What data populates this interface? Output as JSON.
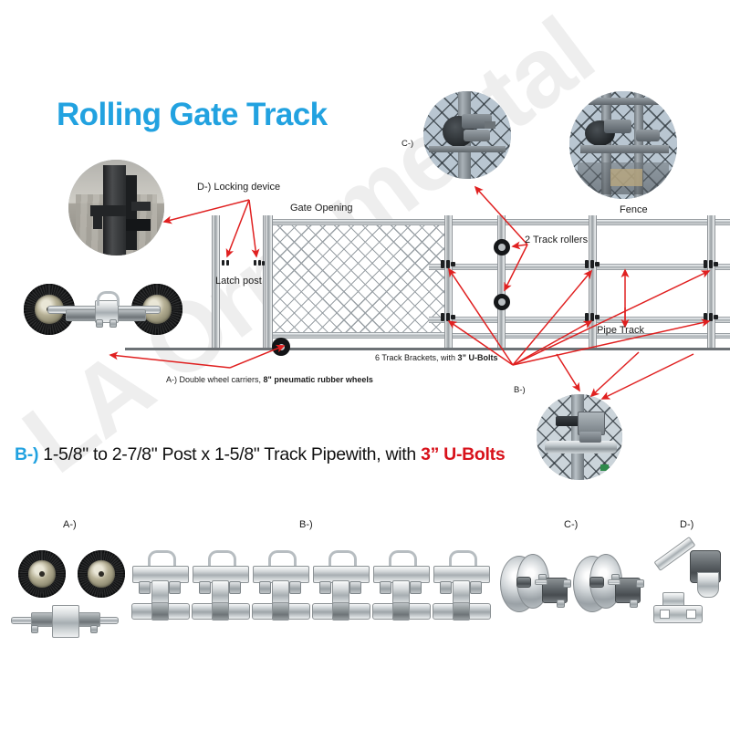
{
  "page": {
    "title": "Rolling Gate Track",
    "title_color": "#22a2e0",
    "watermark": "LA Ornamental",
    "background": "#ffffff"
  },
  "diagram": {
    "labels": {
      "locking_device": "D-) Locking device",
      "gate_opening": "Gate Opening",
      "latch_post": "Latch post",
      "track_rollers": "2 Track rollers",
      "fence": "Fence",
      "pipe_track": "Pipe Track",
      "callout_c": "C-)",
      "callout_b": "B-)"
    },
    "captions": {
      "track_brackets_prefix": "6 Track Brackets, with ",
      "track_brackets_bold": "3”  U-Bolts",
      "wheel_carriers_prefix": "A-) Double wheel carriers, ",
      "wheel_carriers_bold": "8\" pneumatic rubber wheels"
    }
  },
  "headline": {
    "tag": "B-)",
    "text": " 1-5/8\" to 2-7/8\" Post x 1-5/8\" Track Pipewith, with ",
    "highlight": "3” U-Bolts",
    "tag_color": "#22a2e0",
    "highlight_color": "#d8121b"
  },
  "products": {
    "groups": [
      {
        "id": "A",
        "label": "A-)",
        "name": "double-wheel-carrier"
      },
      {
        "id": "B",
        "label": "B-)",
        "name": "track-bracket-u-bolt"
      },
      {
        "id": "C",
        "label": "C-)",
        "name": "track-roller"
      },
      {
        "id": "D",
        "label": "D-)",
        "name": "locking-device"
      }
    ]
  },
  "photos": {
    "locking_device": "locking-device-photo",
    "track_roller": "track-roller-photo",
    "fence": "fence-photo",
    "bracket": "track-bracket-photo"
  }
}
